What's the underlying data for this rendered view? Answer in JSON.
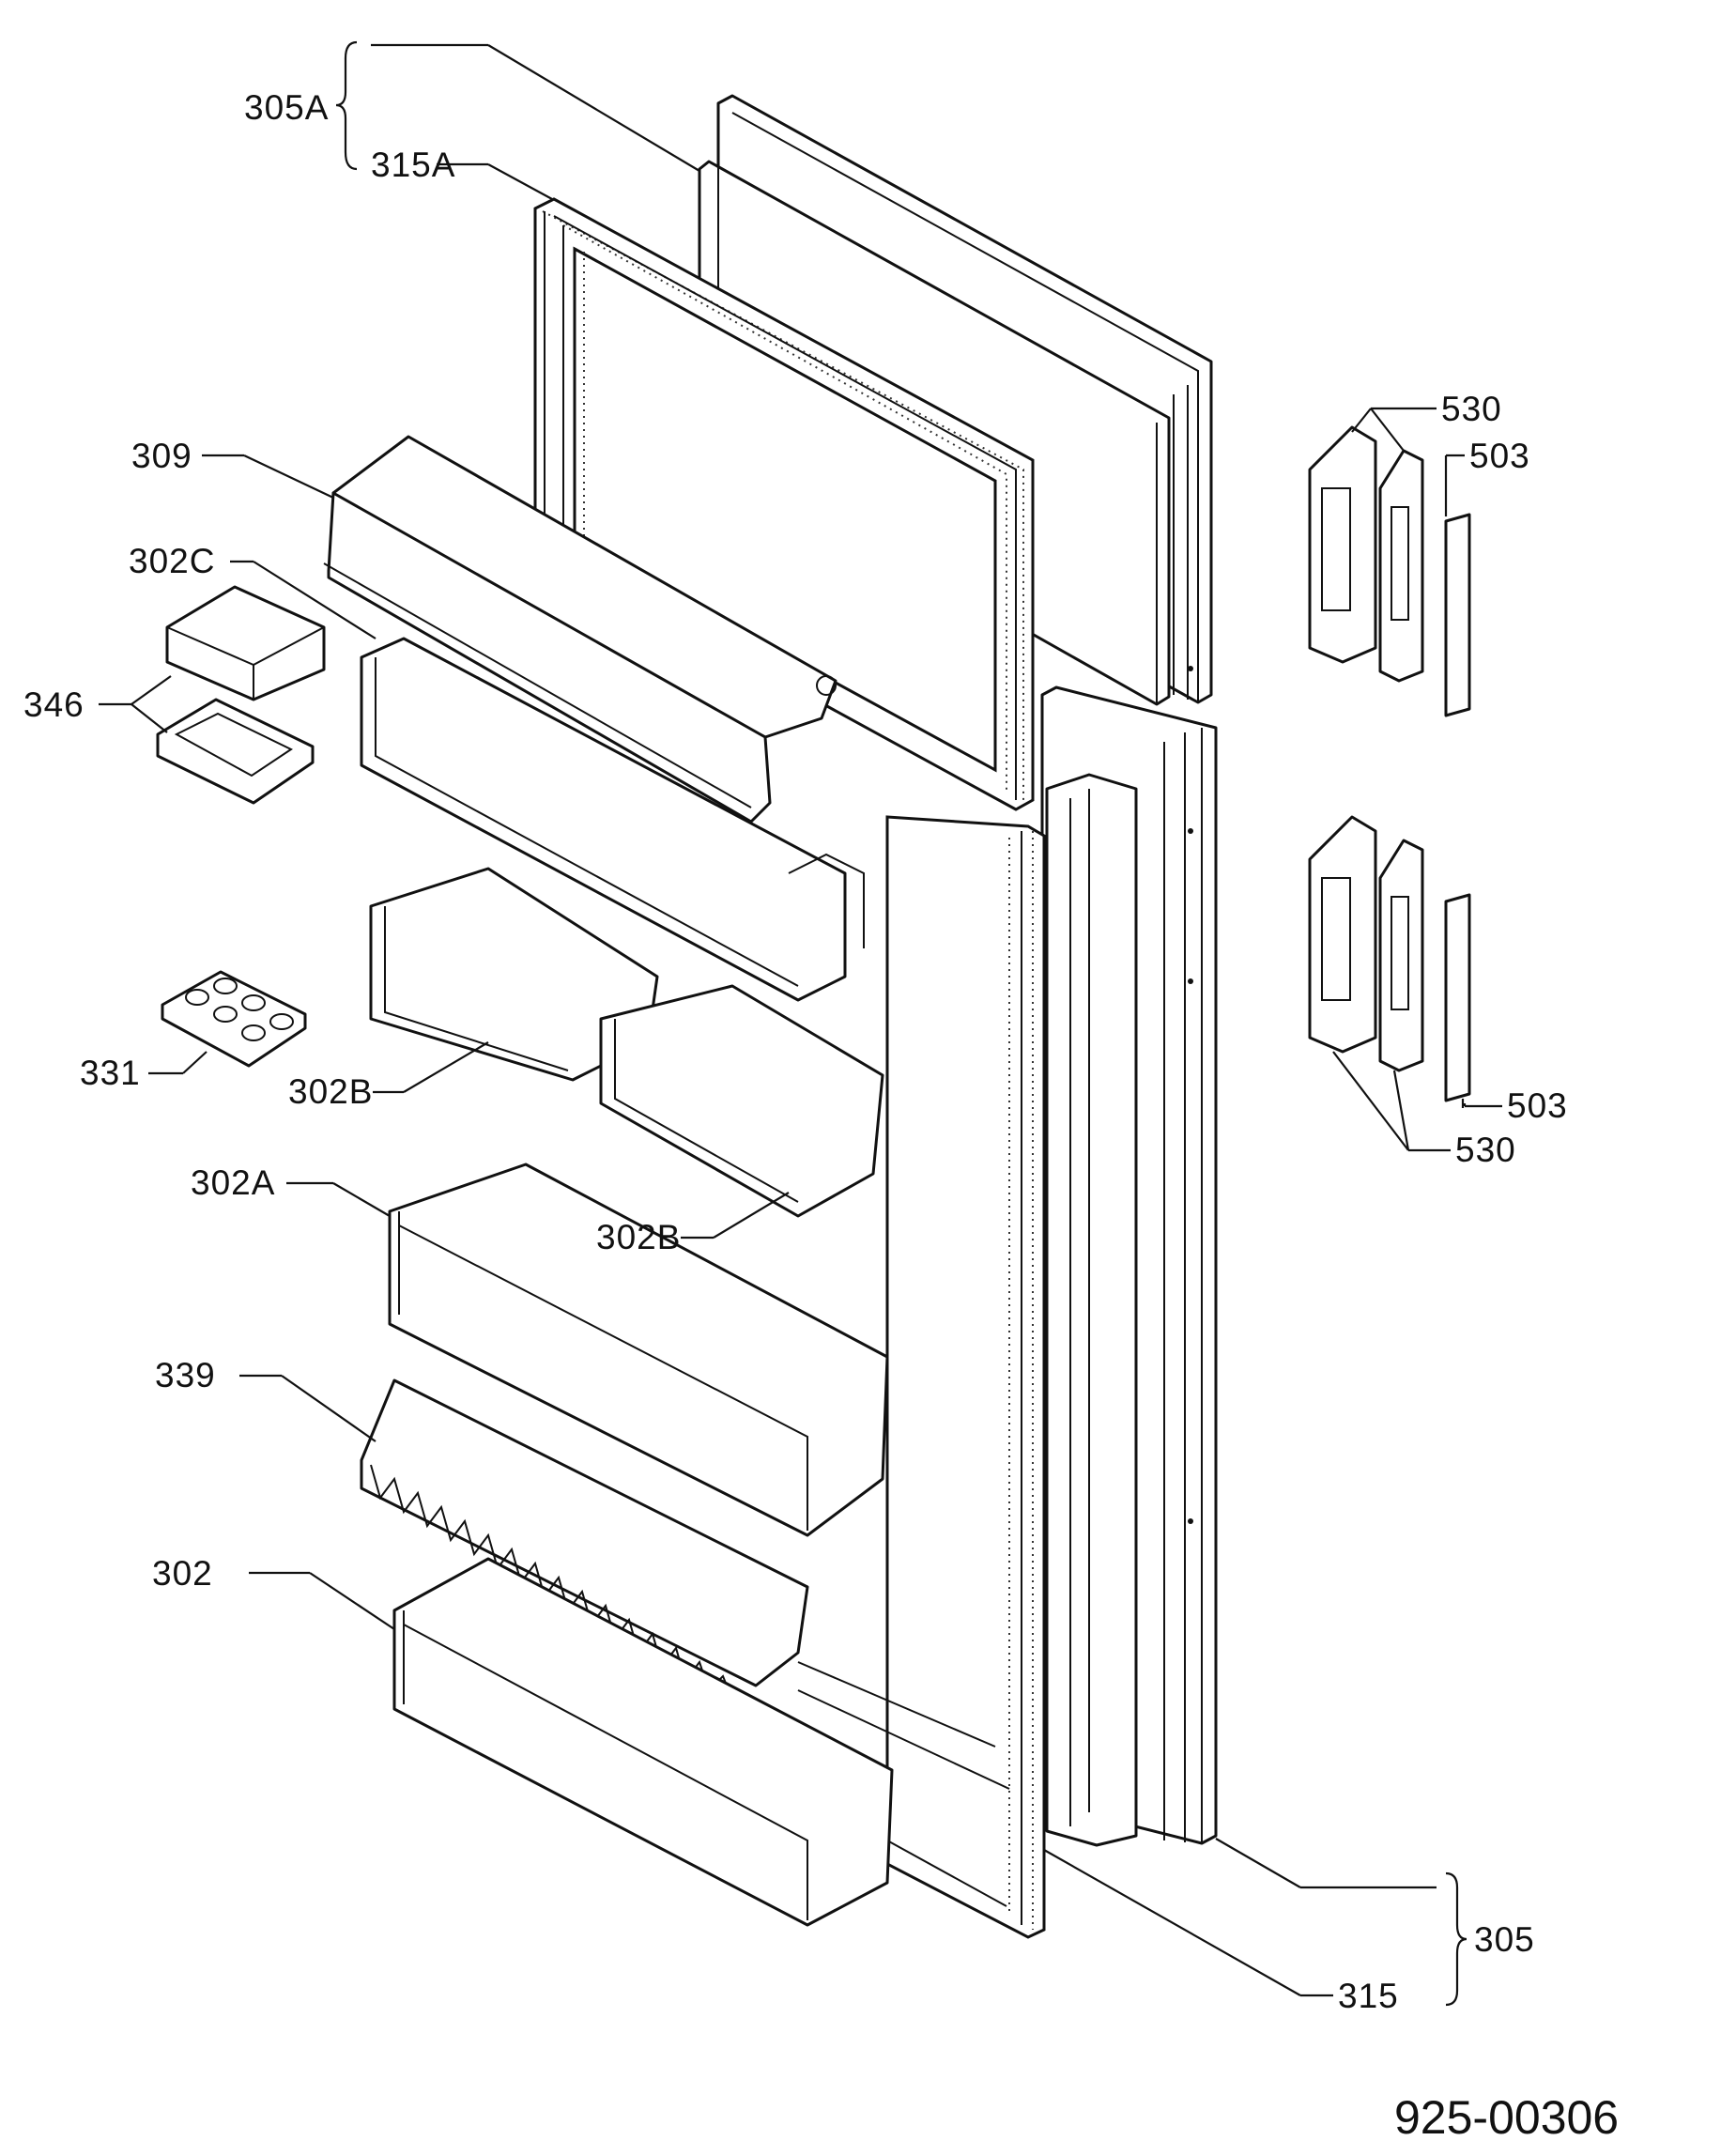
{
  "drawing_number": "925-00306",
  "labels": {
    "l305A": "305A",
    "l315A": "315A",
    "l309": "309",
    "l302C": "302C",
    "l346": "346",
    "l331": "331",
    "l302B_1": "302B",
    "l302B_2": "302B",
    "l302A": "302A",
    "l339": "339",
    "l302": "302",
    "l530_1": "530",
    "l503_1": "503",
    "l503_2": "503",
    "l530_2": "530",
    "l305": "305",
    "l315": "315"
  }
}
